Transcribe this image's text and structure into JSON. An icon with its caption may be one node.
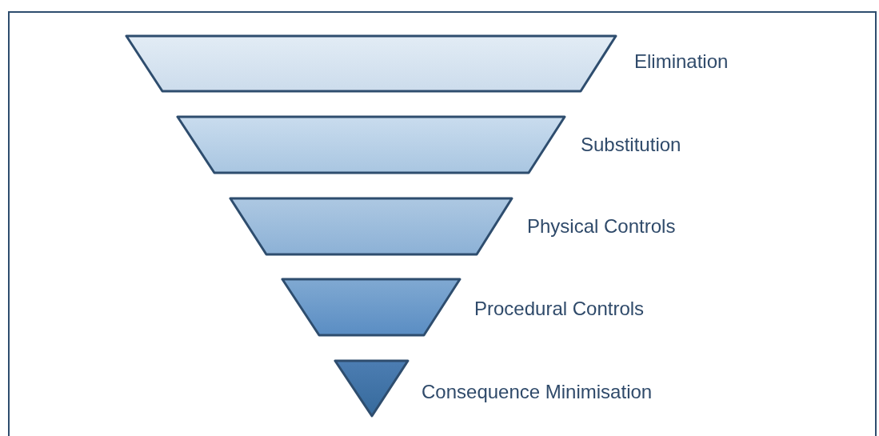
{
  "diagram": {
    "nodes": [
      {
        "text": [],
        "shape": "trapezoid",
        "beside": [
          "Elimination"
        ]
      },
      {
        "text": [],
        "shape": "trapezoid",
        "beside": [
          "Substitution"
        ]
      },
      {
        "text": [],
        "shape": "trapezoid",
        "beside": [
          "Physical Controls"
        ]
      },
      {
        "text": [],
        "shape": "trapezoid",
        "beside": [
          "Procedural Controls"
        ]
      },
      {
        "text": [],
        "shape": "triangle",
        "beside": [
          "Consequence Minimisation"
        ]
      }
    ]
  }
}
